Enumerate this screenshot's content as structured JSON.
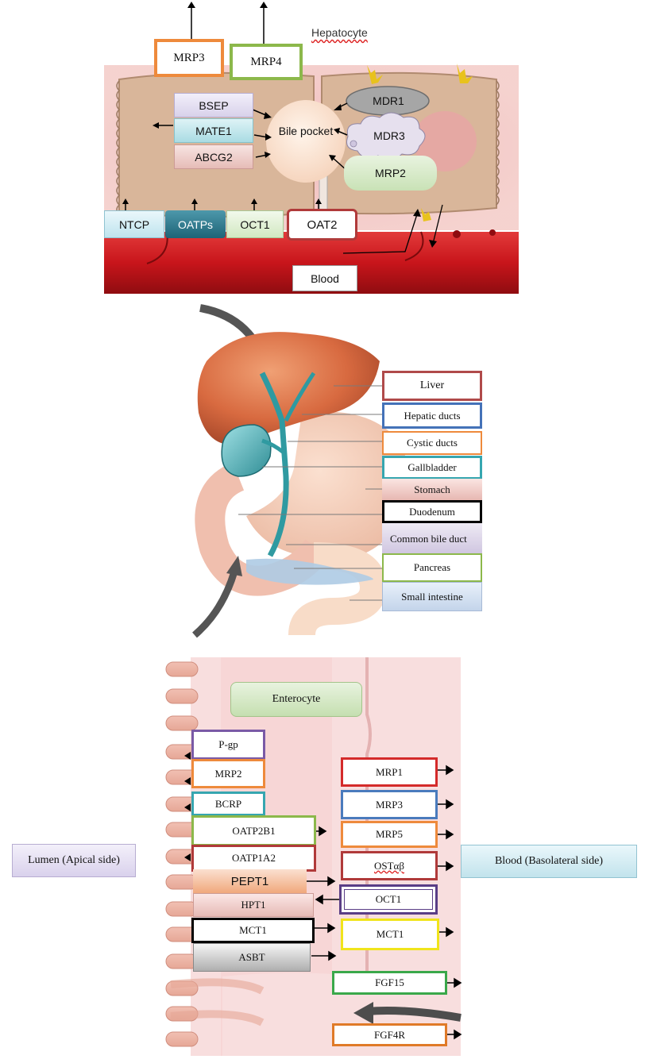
{
  "hepatocyte": {
    "title": "Hepatocyte",
    "exporters_top": [
      "MRP3",
      "MRP4"
    ],
    "canalicular": [
      "BSEP",
      "MATE1",
      "ABCG2"
    ],
    "bile_pocket": "Bile pocket",
    "apical_right": [
      "MDR1",
      "MDR3",
      "MRP2"
    ],
    "uptake": [
      "NTCP",
      "OATPs",
      "OCT1",
      "OAT2"
    ],
    "blood": "Blood",
    "colors": {
      "cell": "#d9b69a",
      "blood": "#c8151b",
      "mrp3_border": "#ee8a3c",
      "mrp4_border": "#8cb84b",
      "oat2_border": "#b03a3a"
    }
  },
  "anatomy": {
    "labels": [
      "Liver",
      "Hepatic ducts",
      "Cystic ducts",
      "Gallbladder",
      "Stomach",
      "Duodenum",
      "Common bile duct",
      "Pancreas",
      "Small intestine"
    ]
  },
  "enterocyte": {
    "title": "Enterocyte",
    "lumen_label": "Lumen (Apical side)",
    "blood_label": "Blood (Basolateral side)",
    "apical": [
      "P-gp",
      "MRP2",
      "BCRP",
      "OATP2B1",
      "OATP1A2",
      "PEPT1",
      "HPT1",
      "MCT1",
      "ASBT"
    ],
    "basolateral": [
      "MRP1",
      "MRP3",
      "MRP5",
      "OSTαβ",
      "OCT1",
      "MCT1",
      "FGF15",
      "FGF4R"
    ]
  }
}
